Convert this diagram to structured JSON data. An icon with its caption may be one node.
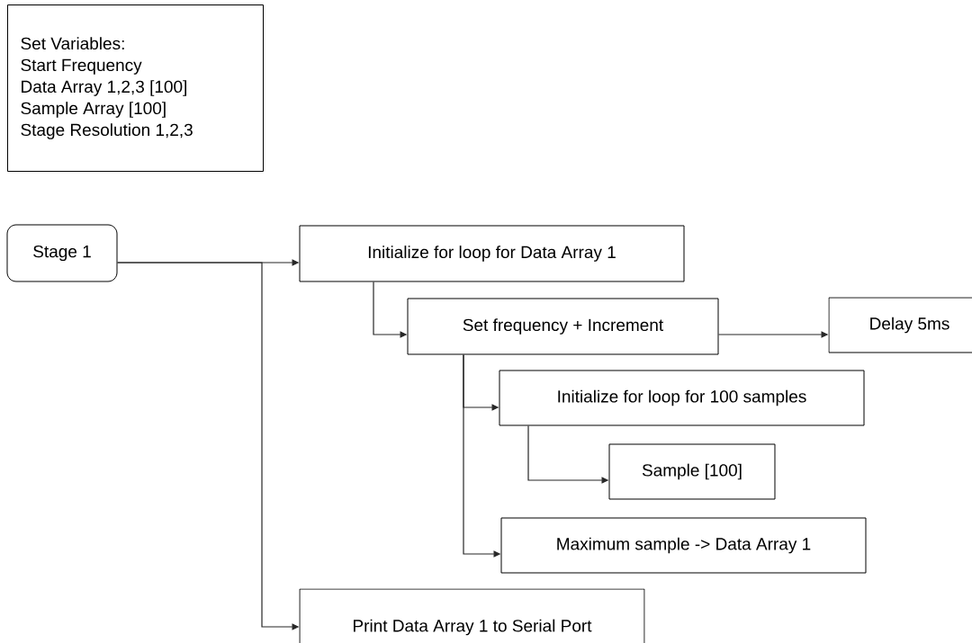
{
  "diagram": {
    "nodes": [
      {
        "text": [
          "Set Variables:",
          "Start Frequency",
          "Data Array 1,2,3 [100]",
          "Sample Array [100]",
          "Stage Resolution 1,2,3"
        ]
      },
      {
        "text": [
          "Stage 1"
        ]
      },
      {
        "text": [
          "Initialize for loop for Data Array 1"
        ]
      },
      {
        "text": [
          "Set frequency + Increment"
        ]
      },
      {
        "text": [
          "Delay 5ms"
        ]
      },
      {
        "text": [
          "Initialize for loop for 100 samples"
        ]
      },
      {
        "text": [
          "Sample [100]"
        ]
      },
      {
        "text": [
          "Maximum sample -> Data Array 1"
        ]
      },
      {
        "text": [
          "Print Data Array 1 to Serial Port"
        ]
      }
    ],
    "edges": [
      {
        "from": 1,
        "to": 2,
        "arrow": "to"
      },
      {
        "from": 1,
        "to": 8,
        "arrow": "to"
      },
      {
        "from": 2,
        "to": 3,
        "arrow": "to"
      },
      {
        "from": 3,
        "to": 4,
        "arrow": "to"
      },
      {
        "from": 3,
        "to": 5,
        "arrow": "to"
      },
      {
        "from": 3,
        "to": 7,
        "arrow": "to"
      },
      {
        "from": 5,
        "to": 6,
        "arrow": "to"
      }
    ]
  }
}
